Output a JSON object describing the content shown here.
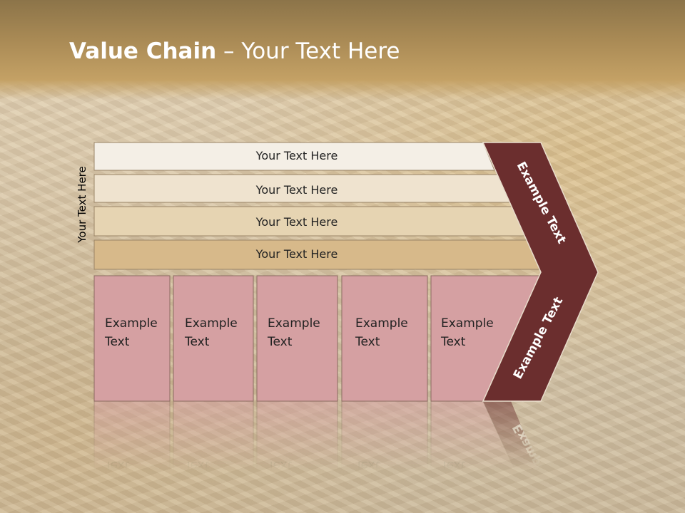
{
  "title": {
    "bold": "Value Chain",
    "rest": " – Your Text Here"
  },
  "vertical_label": "Your Text Here",
  "rows": [
    {
      "label": "Your Text Here",
      "color": "#f4efe6"
    },
    {
      "label": "Your Text Here",
      "color": "#efe3cf"
    },
    {
      "label": "Your Text Here",
      "color": "#e6d4b2"
    },
    {
      "label": "Your Text Here",
      "color": "#d7b98a"
    }
  ],
  "cells": [
    {
      "line1": "Example",
      "line2": "Text"
    },
    {
      "line1": "Example",
      "line2": "Text"
    },
    {
      "line1": "Example",
      "line2": "Text"
    },
    {
      "line1": "Example",
      "line2": "Text"
    },
    {
      "line1": "Example",
      "line2": "Text"
    }
  ],
  "arrow": {
    "top_label": "Example Text",
    "bottom_label": "Example Text",
    "color": "#6b2e2e"
  },
  "colors": {
    "cell_fill": "#d5a0a2",
    "cell_stroke": "#8a6a60"
  }
}
